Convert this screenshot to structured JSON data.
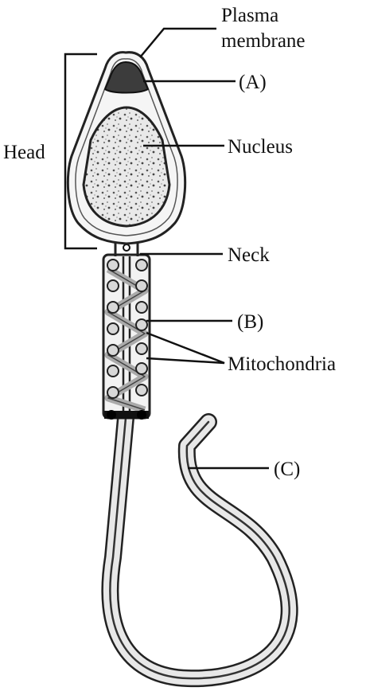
{
  "labels": {
    "plasma_line1": "Plasma",
    "plasma_line2": "membrane",
    "a": "(A)",
    "head": "Head",
    "nucleus": "Nucleus",
    "neck": "Neck",
    "b": "(B)",
    "mitochondria": "Mitochondria",
    "c": "(C)"
  }
}
